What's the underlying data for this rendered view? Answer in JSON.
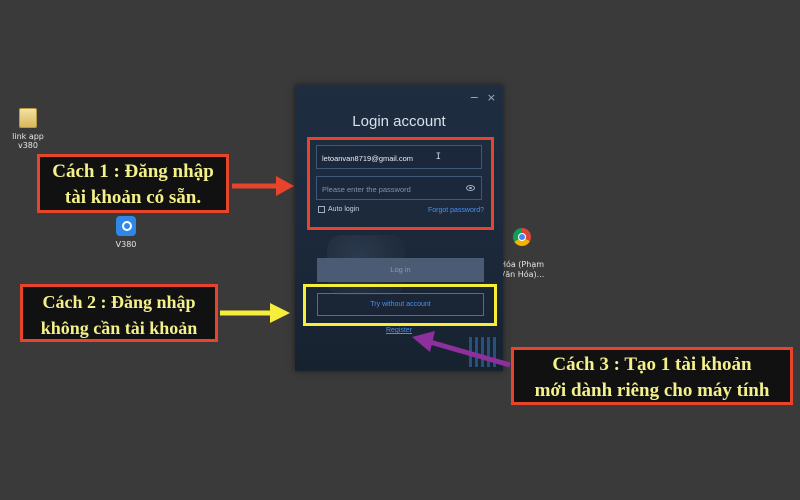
{
  "desktop": {
    "icons": [
      {
        "label": "link app v380"
      },
      {
        "label": "V380"
      },
      {
        "label": "Hóa (Phạm\nVăn Hóa)..."
      }
    ]
  },
  "login_window": {
    "minimize_glyph": "−",
    "close_glyph": "×",
    "title": "Login account",
    "email_value": "letoanvan8719@gmail.com",
    "password_placeholder": "Please enter the password",
    "auto_login_label": "Auto login",
    "forgot_password_label": "Forgot password?",
    "login_button_label": "Log in",
    "try_button_label": "Try without account",
    "register_label": "Register",
    "text_cursor": "I"
  },
  "annotations": {
    "method1": "Cách 1 : Đăng nhập\ntài khoản có sẵn.",
    "method2": "Cách 2 : Đăng nhập\nkhông cần tài khoản",
    "method3": "Cách 3 : Tạo 1 tài khoản\nmới dành riêng cho máy tính"
  },
  "colors": {
    "desktop_bg": "#3a3a3a",
    "window_bg": "#1f2d41",
    "highlight_red": "#e8442c",
    "highlight_yellow": "#f6ee3a",
    "arrow_purple": "#8e2f9e",
    "callout_text": "#f4f08a",
    "link_blue": "#4a8ff0"
  }
}
